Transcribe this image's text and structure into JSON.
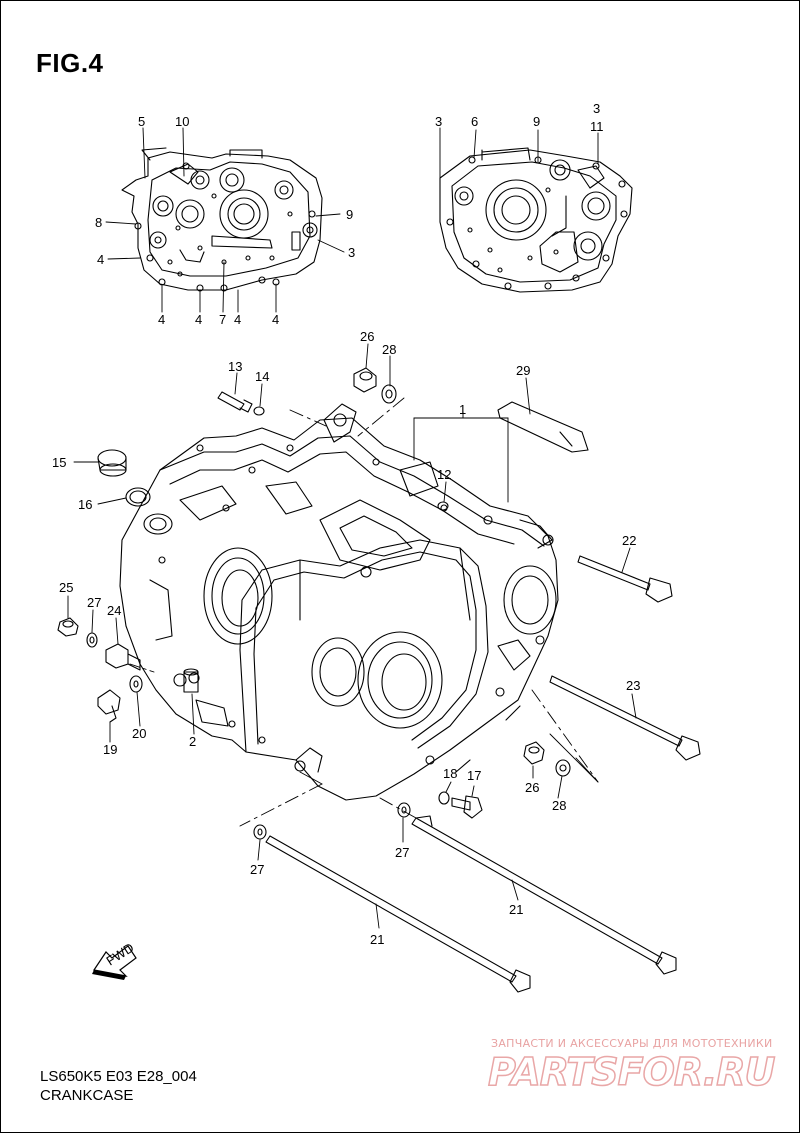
{
  "figure": {
    "title": "FIG.4"
  },
  "footer": {
    "code": "LS650K5 E03 E28_004",
    "name": "CRANKCASE"
  },
  "watermark": {
    "top_text": "ЗАПЧАСТИ И АКСЕССУАРЫ ДЛЯ МОТОТЕХНИКИ",
    "logo": "PARTSFOR.RU",
    "color": "#e8a2a2"
  },
  "labels": {
    "c1": "1",
    "c2": "2",
    "c3a": "3",
    "c3b": "3",
    "c3c": "3",
    "c4a": "4",
    "c4b": "4",
    "c4c": "4",
    "c4d": "4",
    "c4e": "4",
    "c5": "5",
    "c6": "6",
    "c7": "7",
    "c8": "8",
    "c9a": "9",
    "c9b": "9",
    "c10": "10",
    "c11": "11",
    "c12": "12",
    "c13": "13",
    "c14": "14",
    "c15": "15",
    "c16": "16",
    "c17": "17",
    "c18": "18",
    "c19": "19",
    "c20": "20",
    "c21a": "21",
    "c21b": "21",
    "c22": "22",
    "c23": "23",
    "c24": "24",
    "c25": "25",
    "c26a": "26",
    "c26b": "26",
    "c27a": "27",
    "c27b": "27",
    "c27c": "27",
    "c28a": "28",
    "c28b": "28",
    "c29": "29"
  },
  "icons": {
    "fwd_arrow": "fwd-arrow-icon",
    "fwd_text": "FWD"
  }
}
